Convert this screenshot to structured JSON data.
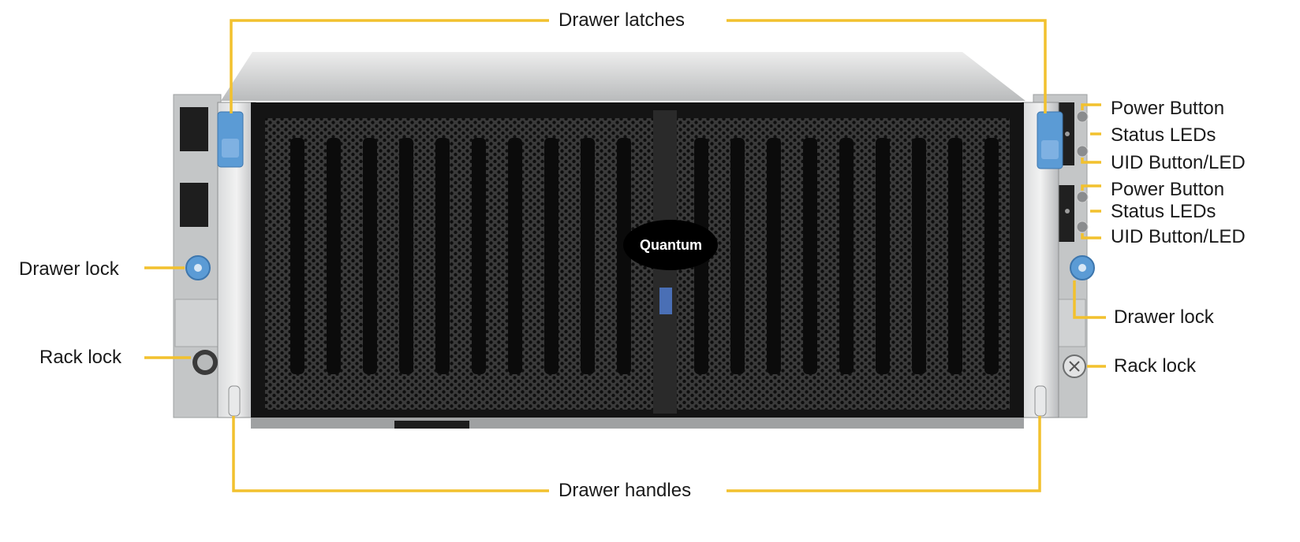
{
  "callouts": {
    "drawer_latches": "Drawer latches",
    "drawer_handles": "Drawer handles",
    "drawer_lock_left": "Drawer lock",
    "rack_lock_left": "Rack lock",
    "drawer_lock_right": "Drawer lock",
    "rack_lock_right": "Rack lock",
    "node1_power": "Power Button",
    "node1_status": "Status LEDs",
    "node1_uid": "UID Button/LED",
    "node2_power": "Power Button",
    "node2_status": "Status LEDs",
    "node2_uid": "UID Button/LED"
  },
  "logo": {
    "text": "Quantum"
  },
  "colors": {
    "leader_line": "#f2c12e",
    "chassis": "#c9cbcc",
    "grille": "#1b1b1b",
    "latch_blue": "#5b9bd5",
    "logo_bg": "#000000"
  }
}
